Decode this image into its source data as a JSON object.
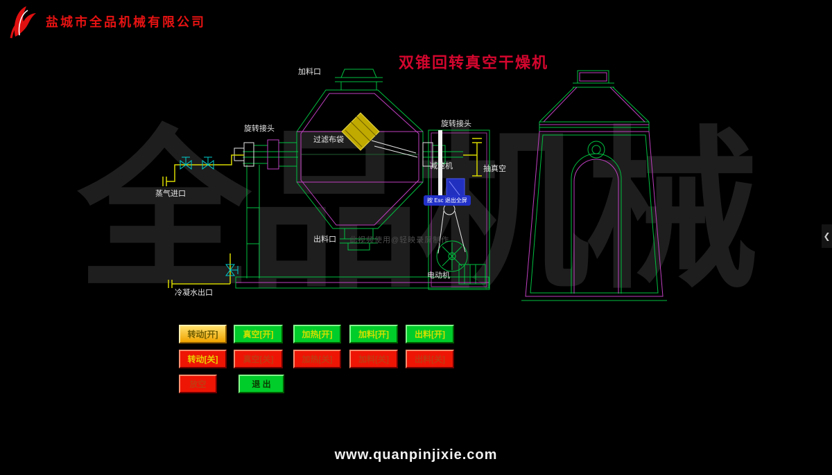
{
  "header": {
    "company_name": "盐城市全品机械有限公司"
  },
  "page": {
    "title": "双锥回转真空干燥机",
    "watermark": "全品机械",
    "footer_url": "www.quanpinjixie.com"
  },
  "overlay": {
    "esc_hint": "按 Esc 退出全屏",
    "recorder_credit": "此视频使用@轻映录屏制作"
  },
  "icons": {
    "logo": "quanpin-flame-logo",
    "chevron_left_glyph": "❮"
  },
  "diagram": {
    "labels": {
      "feed_port": "加料口",
      "rotary_joint_left": "旋转接头",
      "filter_bag": "过滤布袋",
      "steam_inlet": "蒸气进口",
      "rotary_joint_right": "旋转接头",
      "reducer": "减速机",
      "vacuum_port": "抽真空",
      "discharge_port": "出料口",
      "motor": "电动机",
      "condensate_outlet": "冷凝水出口"
    }
  },
  "controls": {
    "on_row": [
      {
        "label": "转动[开]",
        "state": "active"
      },
      {
        "label": "真空[开]",
        "state": "normal"
      },
      {
        "label": "加热[开]",
        "state": "normal"
      },
      {
        "label": "加料[开]",
        "state": "normal"
      },
      {
        "label": "出料[开]",
        "state": "normal"
      }
    ],
    "off_row": [
      {
        "label": "转动[关]"
      },
      {
        "label": "真空[关]"
      },
      {
        "label": "加热[关]"
      },
      {
        "label": "加料[关]"
      },
      {
        "label": "出料[关]"
      }
    ],
    "vent_label": "放空",
    "exit_label": "退 出"
  },
  "colors": {
    "on_button_green": "#00cc2a",
    "off_button_red": "#ee1505",
    "active_button_amber": "#ffc414",
    "diagram_green": "#00c040",
    "diagram_magenta": "#c040c0",
    "pipe_yellow": "#d8d800",
    "valve_cyan": "#00d0d0",
    "brand_red": "#e61212",
    "title_red": "#d4062e"
  }
}
